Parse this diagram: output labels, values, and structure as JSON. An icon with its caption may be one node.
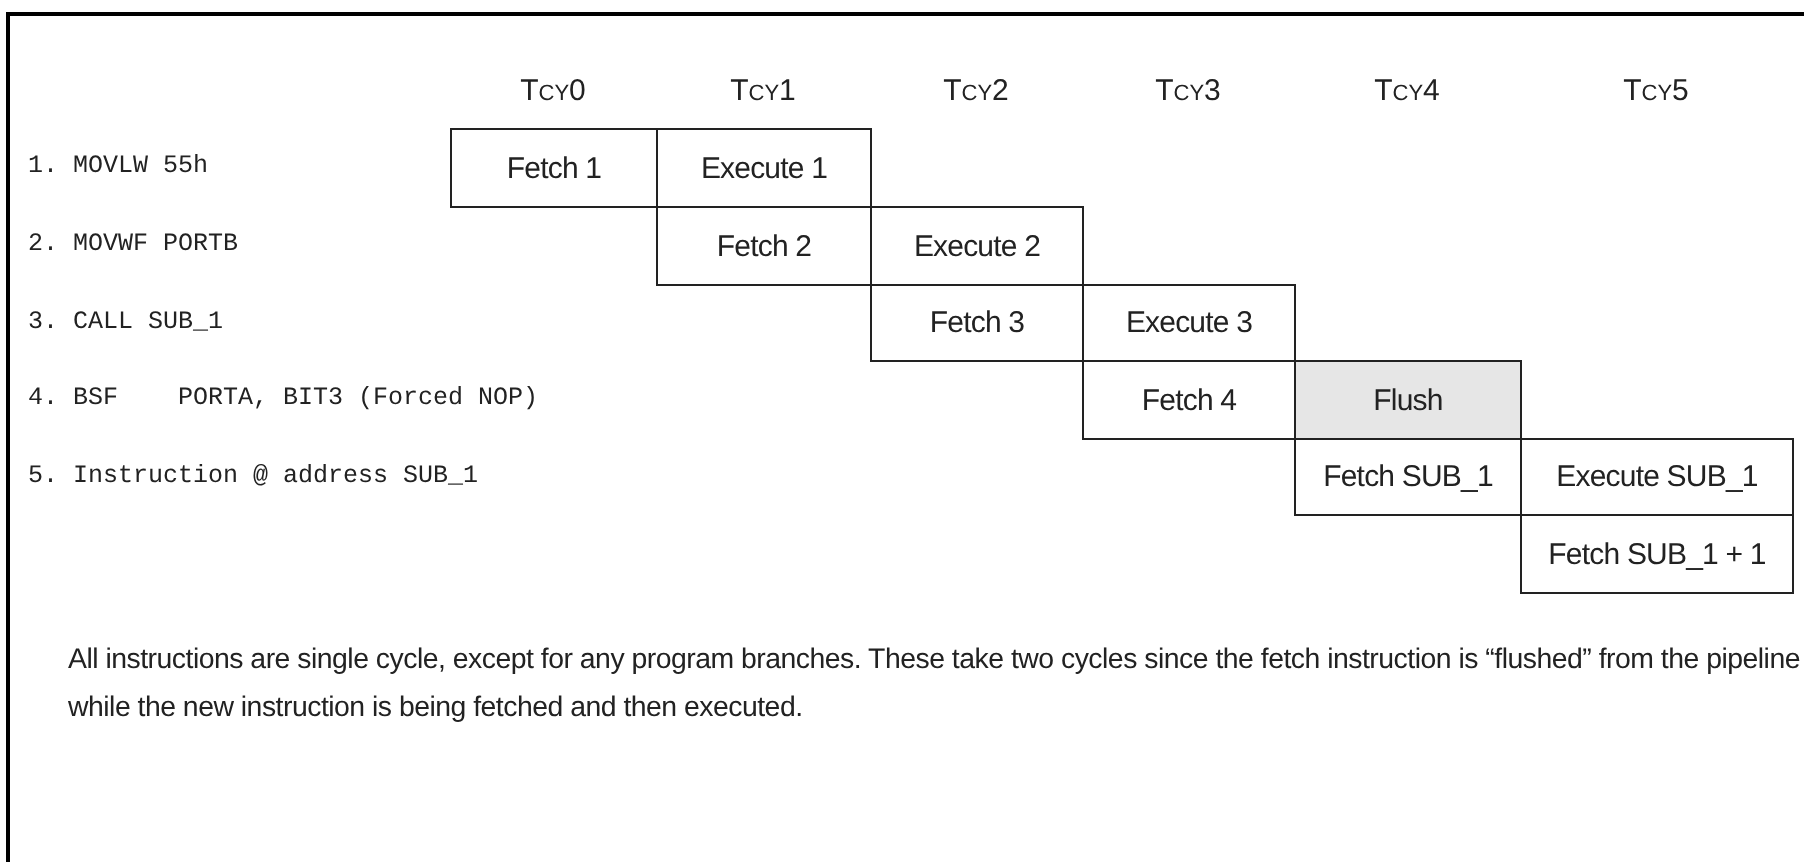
{
  "diagram": {
    "nodes": [
      {
        "text": [
          "Fetch 1"
        ]
      },
      {
        "text": [
          "Execute 1"
        ]
      },
      {
        "text": [
          "Fetch 2"
        ]
      },
      {
        "text": [
          "Execute 2"
        ]
      },
      {
        "text": [
          "Fetch 3"
        ]
      },
      {
        "text": [
          "Execute 3"
        ]
      },
      {
        "text": [
          "Fetch 4"
        ]
      },
      {
        "text": [
          "Flush"
        ]
      },
      {
        "text": [
          "Fetch SUB_1"
        ]
      },
      {
        "text": [
          "Execute SUB_1"
        ]
      },
      {
        "text": [
          "Fetch SUB_1 + 1"
        ]
      }
    ],
    "edges": [],
    "labels": [
      "Tcy0",
      "Tcy1",
      "Tcy2",
      "Tcy3",
      "Tcy4",
      "Tcy5",
      "1. MOVLW 55h",
      "2. MOVWF PORTB",
      "3. CALL SUB_1",
      "4. BSF    PORTA, BIT3 (Forced NOP)",
      "5. Instruction @ address SUB_1",
      "All instructions are single cycle, except for any program branches. These take two cycles since the fetch instruction is “flushed” from the pipeline while the new instruction is being fetched and then executed."
    ]
  }
}
